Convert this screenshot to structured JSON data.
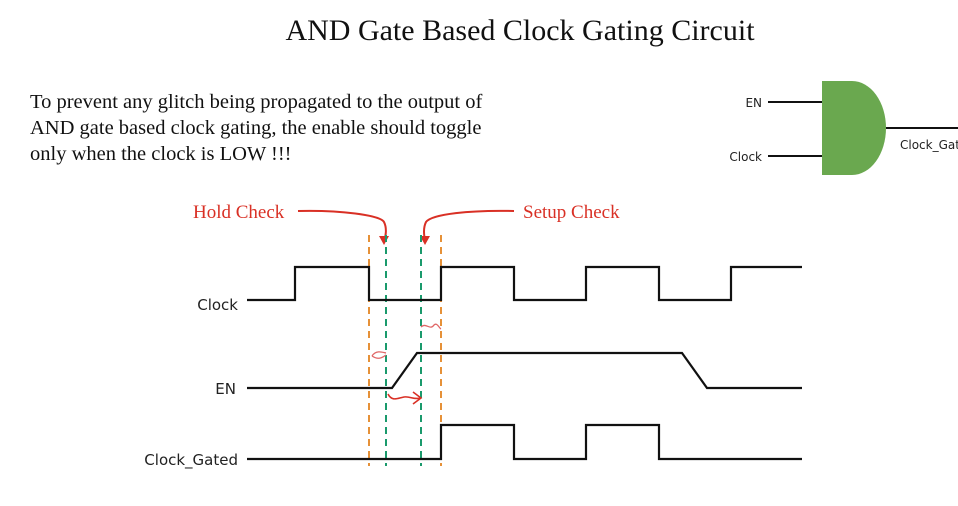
{
  "title": "AND Gate Based Clock Gating Circuit",
  "description": [
    "To prevent any glitch being propagated to the output of",
    "AND gate based clock gating, the enable should toggle",
    "only when the clock is LOW !!!"
  ],
  "gate": {
    "type": "AND",
    "inputs": [
      "EN",
      "Clock"
    ],
    "output": "Clock_Gated",
    "fill_color": "#6aa84f"
  },
  "annotations": {
    "hold_check": "Hold Check",
    "setup_check": "Setup Check",
    "color": "#d93025"
  },
  "timing": {
    "signals": [
      {
        "name": "Clock",
        "transitions": "low-high-low-high-low-high-low-high"
      },
      {
        "name": "EN",
        "transitions": "low-rise-high-fall-low"
      },
      {
        "name": "Clock_Gated",
        "transitions": "low-high-low-high-low"
      }
    ],
    "marker_colors": {
      "clock_edge": "#e69138",
      "check_window": "#1a9a6c"
    }
  }
}
